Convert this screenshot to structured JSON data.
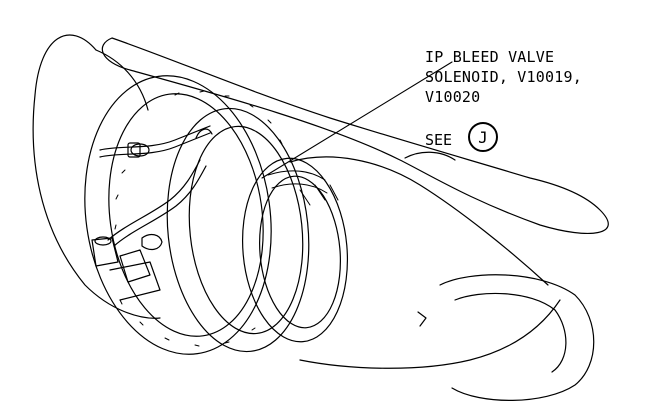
{
  "callout": {
    "line1": "IP BLEED VALVE",
    "line2": "SOLENOID, V10019,",
    "line3": "V10020",
    "see_label": "SEE",
    "view_letter": "J"
  },
  "colors": {
    "ink": "#000000",
    "paper": "#ffffff"
  }
}
